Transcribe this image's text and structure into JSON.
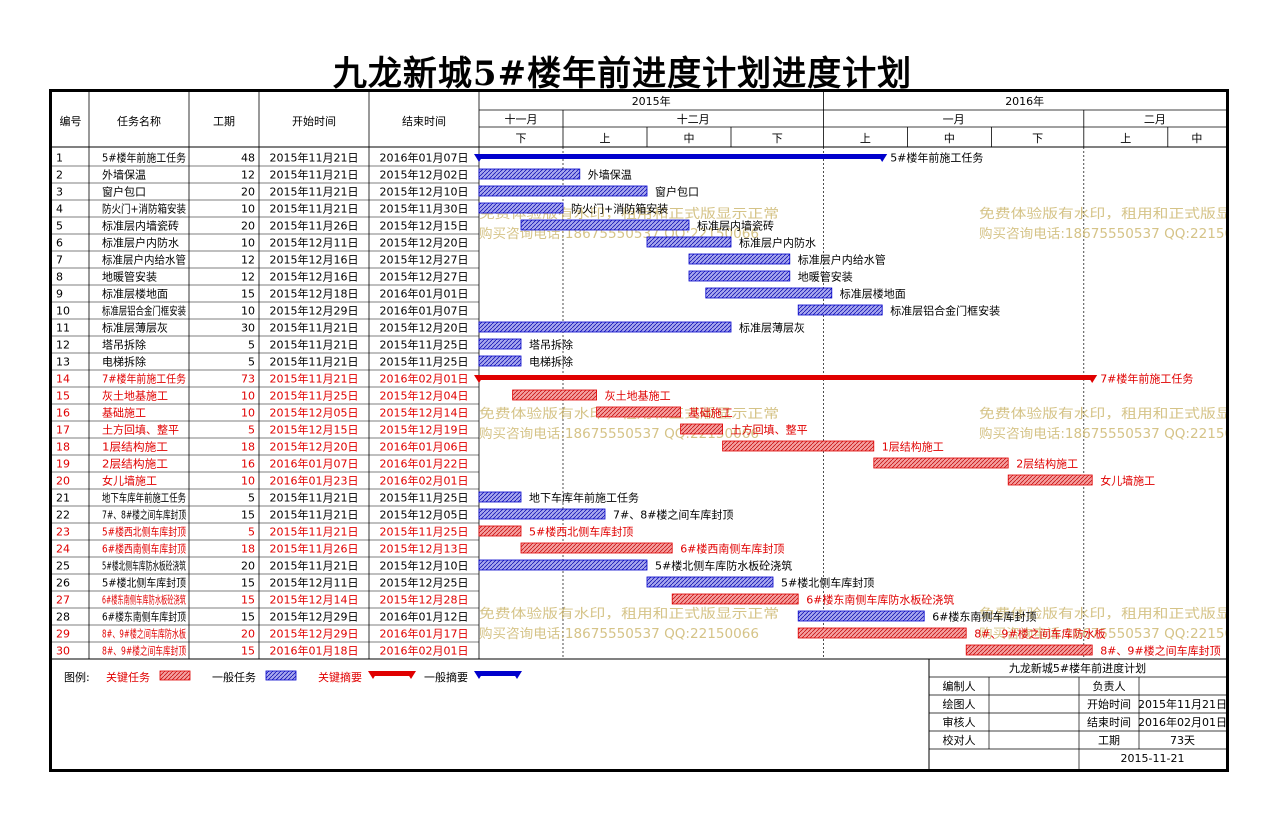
{
  "title": "九龙新城5#楼年前进度计划进度计划",
  "columns": {
    "id": "编号",
    "name": "任务名称",
    "duration": "工期",
    "start": "开始时间",
    "end": "结束时间"
  },
  "timescale": {
    "years": [
      {
        "label": "2015年"
      },
      {
        "label": "2016年"
      }
    ],
    "months": [
      "十一月",
      "十二月",
      "一月",
      "二月"
    ],
    "periods": [
      "下",
      "上",
      "中",
      "下",
      "上",
      "中",
      "下",
      "上",
      "中"
    ]
  },
  "legend": {
    "label": "图例:",
    "items": [
      {
        "text": "关键任务",
        "kind": "critical-task"
      },
      {
        "text": "一般任务",
        "kind": "normal-task"
      },
      {
        "text": "关键摘要",
        "kind": "critical-summary"
      },
      {
        "text": "一般摘要",
        "kind": "normal-summary"
      }
    ]
  },
  "info_box": {
    "title": "九龙新城5#楼年前进度计划",
    "rows": [
      [
        "编制人",
        "",
        "负责人",
        ""
      ],
      [
        "绘图人",
        "",
        "开始时间",
        "2015年11月21日"
      ],
      [
        "审核人",
        "",
        "结束时间",
        "2016年02月01日"
      ],
      [
        "校对人",
        "",
        "工期",
        "73天"
      ]
    ],
    "date": "2015-11-21"
  },
  "watermark": {
    "line1": "免费体验版有水印，租用和正式版显示正常",
    "line2": "购买咨询电话:18675550537 QQ:22150066"
  },
  "colors": {
    "critical": "#e00000",
    "normal": "#0000cc",
    "critical_fill": "#f08080",
    "normal_fill": "#8080e0"
  },
  "chart_data": {
    "type": "gantt",
    "title": "九龙新城5#楼年前进度计划进度计划",
    "tasks": [
      {
        "id": "1",
        "name": "5#楼年前施工任务",
        "bar_label": "5#楼年前施工任务",
        "duration": 48,
        "start": "2015年11月21日",
        "end": "2016年01月07日",
        "critical": false,
        "summary": true
      },
      {
        "id": "2",
        "name": "外墙保温",
        "bar_label": "外墙保温",
        "duration": 12,
        "start": "2015年11月21日",
        "end": "2015年12月02日",
        "critical": false,
        "summary": false
      },
      {
        "id": "3",
        "name": "窗户包口",
        "bar_label": "窗户包口",
        "duration": 20,
        "start": "2015年11月21日",
        "end": "2015年12月10日",
        "critical": false,
        "summary": false
      },
      {
        "id": "4",
        "name": "防火门+消防箱安装",
        "bar_label": "防火门+消防箱安装",
        "duration": 10,
        "start": "2015年11月21日",
        "end": "2015年11月30日",
        "critical": false,
        "summary": false
      },
      {
        "id": "5",
        "name": "标准层内墙瓷砖",
        "bar_label": "标准层内墙瓷砖",
        "duration": 20,
        "start": "2015年11月26日",
        "end": "2015年12月15日",
        "critical": false,
        "summary": false
      },
      {
        "id": "6",
        "name": "标准层户内防水",
        "bar_label": "标准层户内防水",
        "duration": 10,
        "start": "2015年12月11日",
        "end": "2015年12月20日",
        "critical": false,
        "summary": false
      },
      {
        "id": "7",
        "name": "标准层户内给水管",
        "bar_label": "标准层户内给水管",
        "duration": 12,
        "start": "2015年12月16日",
        "end": "2015年12月27日",
        "critical": false,
        "summary": false
      },
      {
        "id": "8",
        "name": "地暖管安装",
        "bar_label": "地暖管安装",
        "duration": 12,
        "start": "2015年12月16日",
        "end": "2015年12月27日",
        "critical": false,
        "summary": false
      },
      {
        "id": "9",
        "name": "标准层楼地面",
        "bar_label": "标准层楼地面",
        "duration": 15,
        "start": "2015年12月18日",
        "end": "2016年01月01日",
        "critical": false,
        "summary": false
      },
      {
        "id": "10",
        "name": "标准层铝合金门框安装",
        "bar_label": "标准层铝合金门框安装",
        "duration": 10,
        "start": "2015年12月29日",
        "end": "2016年01月07日",
        "critical": false,
        "summary": false
      },
      {
        "id": "11",
        "name": "标准层薄层灰",
        "bar_label": "标准层薄层灰",
        "duration": 30,
        "start": "2015年11月21日",
        "end": "2015年12月20日",
        "critical": false,
        "summary": false
      },
      {
        "id": "12",
        "name": "塔吊拆除",
        "bar_label": "塔吊拆除",
        "duration": 5,
        "start": "2015年11月21日",
        "end": "2015年11月25日",
        "critical": false,
        "summary": false
      },
      {
        "id": "13",
        "name": "电梯拆除",
        "bar_label": "电梯拆除",
        "duration": 5,
        "start": "2015年11月21日",
        "end": "2015年11月25日",
        "critical": false,
        "summary": false
      },
      {
        "id": "14",
        "name": "7#楼年前施工任务",
        "bar_label": "7#楼年前施工任务",
        "duration": 73,
        "start": "2015年11月21日",
        "end": "2016年02月01日",
        "critical": true,
        "summary": true
      },
      {
        "id": "15",
        "name": "灰土地基施工",
        "bar_label": "灰土地基施工",
        "duration": 10,
        "start": "2015年11月25日",
        "end": "2015年12月04日",
        "critical": true,
        "summary": false
      },
      {
        "id": "16",
        "name": "基础施工",
        "bar_label": "基础施工",
        "duration": 10,
        "start": "2015年12月05日",
        "end": "2015年12月14日",
        "critical": true,
        "summary": false
      },
      {
        "id": "17",
        "name": "土方回填、整平",
        "bar_label": "土方回填、整平",
        "duration": 5,
        "start": "2015年12月15日",
        "end": "2015年12月19日",
        "critical": true,
        "summary": false
      },
      {
        "id": "18",
        "name": "1层结构施工",
        "bar_label": "1层结构施工",
        "duration": 18,
        "start": "2015年12月20日",
        "end": "2016年01月06日",
        "critical": true,
        "summary": false
      },
      {
        "id": "19",
        "name": "2层结构施工",
        "bar_label": "2层结构施工",
        "duration": 16,
        "start": "2016年01月07日",
        "end": "2016年01月22日",
        "critical": true,
        "summary": false
      },
      {
        "id": "20",
        "name": "女儿墙施工",
        "bar_label": "女儿墙施工",
        "duration": 10,
        "start": "2016年01月23日",
        "end": "2016年02月01日",
        "critical": true,
        "summary": false
      },
      {
        "id": "21",
        "name": "地下车库年前施工任务",
        "bar_label": "地下车库年前施工任务",
        "duration": 5,
        "start": "2015年11月21日",
        "end": "2015年11月25日",
        "critical": false,
        "summary": false
      },
      {
        "id": "22",
        "name": "7#、8#楼之间车库封顶",
        "bar_label": "7#、8#楼之间车库封顶",
        "duration": 15,
        "start": "2015年11月21日",
        "end": "2015年12月05日",
        "critical": false,
        "summary": false
      },
      {
        "id": "23",
        "name": "5#楼西北侧车库封顶",
        "bar_label": "5#楼西北侧车库封顶",
        "duration": 5,
        "start": "2015年11月21日",
        "end": "2015年11月25日",
        "critical": true,
        "summary": false
      },
      {
        "id": "24",
        "name": "6#楼西南侧车库封顶",
        "bar_label": "6#楼西南侧车库封顶",
        "duration": 18,
        "start": "2015年11月26日",
        "end": "2015年12月13日",
        "critical": true,
        "summary": false
      },
      {
        "id": "25",
        "name": "5#楼北侧车库防水板砼浇筑",
        "bar_label": "5#楼北侧车库防水板砼浇筑",
        "duration": 20,
        "start": "2015年11月21日",
        "end": "2015年12月10日",
        "critical": false,
        "summary": false
      },
      {
        "id": "26",
        "name": "5#楼北侧车库封顶",
        "bar_label": "5#楼北侧车库封顶",
        "duration": 15,
        "start": "2015年12月11日",
        "end": "2015年12月25日",
        "critical": false,
        "summary": false
      },
      {
        "id": "27",
        "name": "6#楼东南侧车库防水板砼浇筑",
        "bar_label": "6#楼东南侧车库防水板砼浇筑",
        "duration": 15,
        "start": "2015年12月14日",
        "end": "2015年12月28日",
        "critical": true,
        "summary": false
      },
      {
        "id": "28",
        "name": "6#楼东南侧车库封顶",
        "bar_label": "6#楼东南侧车库封顶",
        "duration": 15,
        "start": "2015年12月29日",
        "end": "2016年01月12日",
        "critical": false,
        "summary": false
      },
      {
        "id": "29",
        "name": "8#、9#楼之间车库防水板",
        "bar_label": "8#、9#楼之间车库防水板",
        "duration": 20,
        "start": "2015年12月29日",
        "end": "2016年01月17日",
        "critical": true,
        "summary": false
      },
      {
        "id": "30",
        "name": "8#、9#楼之间车库封顶",
        "bar_label": "8#、9#楼之间车库封顶",
        "duration": 15,
        "start": "2016年01月18日",
        "end": "2016年02月01日",
        "critical": true,
        "summary": false
      }
    ]
  }
}
